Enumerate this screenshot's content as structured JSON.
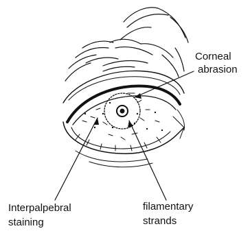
{
  "labels": {
    "corneal_line1": "Corneal",
    "corneal_line2": "abrasion",
    "interpalpebral_line1": "Interpalpebral",
    "interpalpebral_line2": "staining",
    "filamentary_line1": "filamentary",
    "filamentary_line2": "strands"
  },
  "icons": [
    "eye-illustration"
  ],
  "colors": {
    "ink": "#111111",
    "background": "#ffffff"
  }
}
